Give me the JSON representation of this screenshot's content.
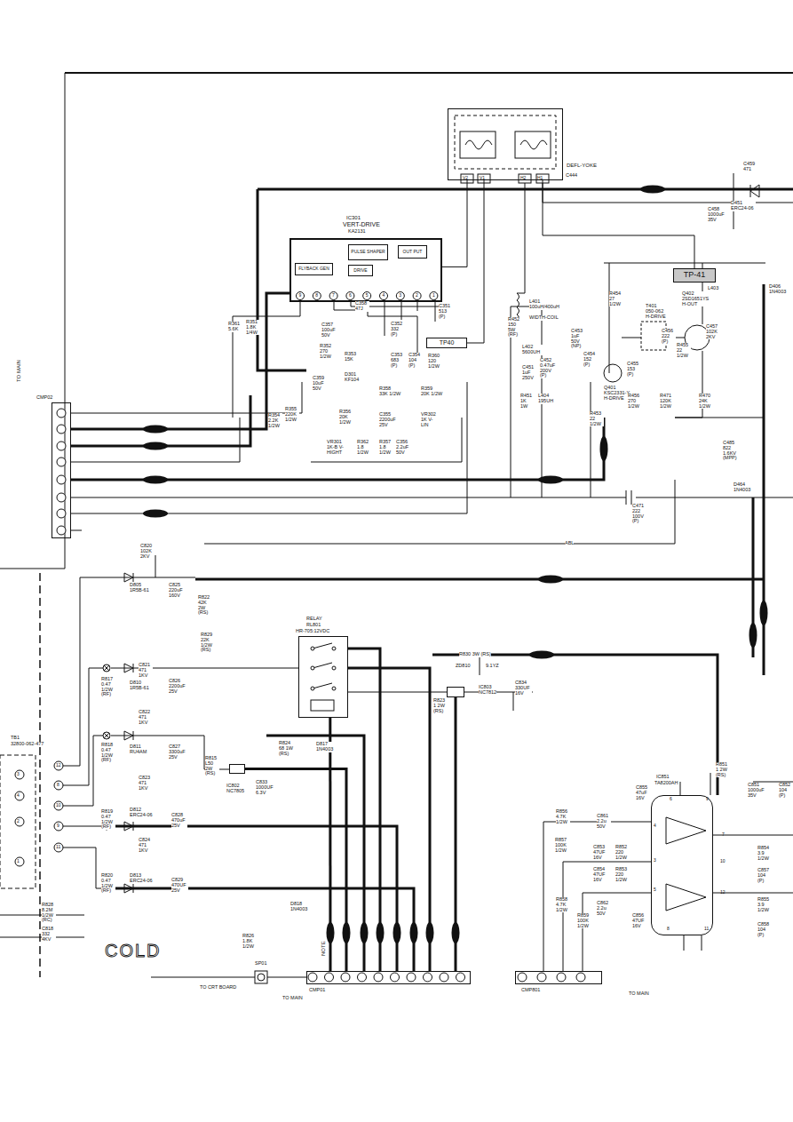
{
  "diagram": {
    "nodes": [
      {
        "text": [
          "DEFL-YOKE"
        ]
      },
      {
        "text": [
          "IC301",
          "VERT-DRIVE",
          "KA2131"
        ]
      },
      {
        "text": [
          "PULSE SHAPER"
        ],
        "in": 1
      },
      {
        "text": [
          "OUT PUT"
        ],
        "in": 1
      },
      {
        "text": [
          "FLYBACK GEN"
        ],
        "in": 1
      },
      {
        "text": [
          "DRIVE"
        ],
        "in": 1
      },
      {
        "text": [
          "TP-41"
        ]
      },
      {
        "text": [
          "TP40"
        ]
      },
      {
        "text": [
          "RELAY",
          "RL801",
          "HR-705:12VDC"
        ]
      },
      {
        "text": [
          "IC851",
          "TA8200AH"
        ]
      },
      {
        "text": [
          "CMP02"
        ]
      },
      {
        "text": [
          "CMP01"
        ]
      },
      {
        "text": [
          "CMP801"
        ]
      },
      {
        "text": [
          "TB1",
          "32800-062-477"
        ]
      },
      {
        "text": [
          "IC803",
          "NC7812"
        ]
      },
      {
        "text": [
          "IC802",
          "NC7805"
        ]
      }
    ],
    "edges": [
      {
        "from": 1,
        "to": 0,
        "arrow": "none"
      },
      {
        "from": 7,
        "to": 0,
        "arrow": "none"
      },
      {
        "from": 6,
        "to": 0,
        "arrow": "none"
      },
      {
        "from": 10,
        "to": 1,
        "arrow": "none"
      },
      {
        "from": 8,
        "to": 11,
        "arrow": "none"
      },
      {
        "from": 15,
        "to": 11,
        "arrow": "none"
      },
      {
        "from": 12,
        "to": 9,
        "arrow": "none"
      },
      {
        "from": 14,
        "to": 8,
        "arrow": "none"
      }
    ],
    "labels": [
      "C444",
      "V2",
      "V1",
      "H2",
      "H1",
      "C459 471",
      "D451 ERC24-06",
      "C458 1000uF 35V",
      "L401 100uH/400uH",
      "WIDTH-COIL",
      "R454 27 1/2W",
      "T401 050-062 H-DRIVE",
      "Q402 2SD1651YS H-OUT",
      "L403",
      "D406 1N4003",
      "C457 102K 2KV",
      "R452 150 5W (RF)",
      "L402 5600UH",
      "C453 1uF 50V (NP)",
      "C454 152 (P)",
      "C456 222 (P)",
      "R455 22 1/2W",
      "C455 153 (P)",
      "C451 1uF 250V",
      "C452 0.47uF 200V (P)",
      "Q401 KSC2331-Y H-DRIVE",
      "R456 270 1/2W",
      "R471 120K 1/2W",
      "R470 24K 1/2W",
      "R451 1K 1W",
      "L404 195UH",
      "R453 22 1/2W",
      "C485 822 1.6KV (MPP)",
      "D464 1N4003",
      "C471 222 100V (P)",
      "ABL",
      "9",
      "8",
      "7",
      "6",
      "5",
      "4",
      "3",
      "2",
      "1",
      "C358 47J",
      "C351 513 (P)",
      "R361 5.6K",
      "R351 1.8K 1/4W",
      "C357 100uF 50V",
      "C352 332 (P)",
      "R352 270 1/2W",
      "R353 15K",
      "C353 683 (P)",
      "C354 104 (P)",
      "R360 120 1/2W",
      "D301 KF104",
      "C359 10uF 50V",
      "R358",
      "33K 1/2W",
      "R359",
      "20K 1/2W",
      "R354 2.2K 1/2W",
      "R355 220K 1/2W",
      "R356 20K 1/2W",
      "C355 2200uF 25V",
      "VR302 1K V-LIN",
      "VR301 1K-B V-HIGHT",
      "R362 1.8 1/2W",
      "R357 1.8 1/2W",
      "C356 2.2uF 50V",
      "TO MAIN",
      "C820 102K 2KV",
      "D805 1R5B-61",
      "C825 220uF 160V",
      "R822 42K 2W (RS)",
      "R829 22K 1/2W (RS)",
      "R830 3W (RS)",
      "ZD810",
      "9.1YZ",
      "C821 471 1KV",
      "R817 0.47 1/2W (RF)",
      "D810 1R5B-61",
      "C826 2200uF 25V",
      "R823 1 2W (RS)",
      "C834 330UF 16V",
      "C822 471 1KV",
      "D811 RU4AM",
      "C827 3300uF 25V",
      "R818 0.47 1/2W (RF)",
      "R824 68 1W (RS)",
      "D817 1N4003",
      "R815 L50 2W (RS)",
      "C833 1000UF 6.3V",
      "C823 471 1KV",
      "D812 ERC24-06",
      "C828 470uF 25V",
      "R819 0.47 1/2W (RF)",
      "C824 471 1KV",
      "D813 ERC24-06",
      "C829 470UF 25V",
      "R820 0.47 1/2W (RF)",
      "R828 8.2M 1/2W (RC)",
      "C818 332 4KV",
      "COLD",
      "D818 1N4003",
      "R826 1.8K 1/2W",
      "SP01",
      "NOTE",
      "TO CRT BOARD",
      "TO MAIN",
      "TO MAIN",
      "R851 1 2W (RS)",
      "C855 47uF 16V",
      "C851 1000uF 35V",
      "C852 104 (P)",
      "R856 4.7K 1/2W",
      "C861 2.2u 50V",
      "R857 100K 1/2W",
      "C853 47UF 16V",
      "R852 220 1/2W",
      "C854 47UF 16V",
      "R853 220 1/2W",
      "R858 4.7K 1/2W",
      "C862 2.2u 50V",
      "R859 100K 1/2W",
      "C856 47UF 16V",
      "R854 3.9 1/2W",
      "C857 104 (P)",
      "R855 3.9 1/2W",
      "C858 104 (P)",
      "6",
      "9",
      "4",
      "3",
      "5",
      "7",
      "10",
      "12",
      "8",
      "11",
      "12",
      "8",
      "10",
      "9",
      "11",
      "3",
      "4",
      "2",
      "1"
    ]
  }
}
